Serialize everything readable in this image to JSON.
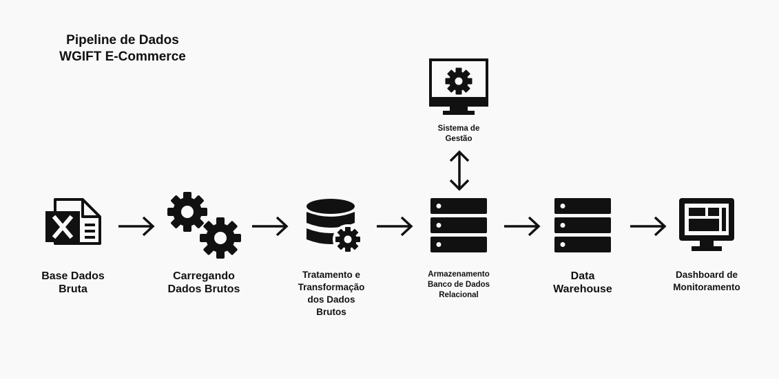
{
  "title": {
    "line1": "Pipeline de Dados",
    "line2": "WGIFT E-Commerce"
  },
  "nodes": {
    "excel": {
      "label_line1": "Base  Dados",
      "label_line2": "Bruta",
      "icon": "excel-file-icon"
    },
    "loading": {
      "label_line1": "Carregando",
      "label_line2": "Dados Brutos",
      "icon": "gears-icon"
    },
    "transform": {
      "label_line1": "Tratamento e",
      "label_line2": "Transformação",
      "label_line3": "dos Dados",
      "label_line4": "Brutos",
      "icon": "database-gear-icon"
    },
    "storage": {
      "label_line1": "Armazenamento",
      "label_line2": "Banco de Dados",
      "label_line3": "Relacional",
      "icon": "server-icon"
    },
    "warehouse": {
      "label_line1": "Data",
      "label_line2": "Warehouse",
      "icon": "server-icon"
    },
    "dashboard": {
      "label_line1": "Dashboard de",
      "label_line2": "Monitoramento",
      "icon": "dashboard-monitor-icon"
    },
    "management": {
      "label_line1": "Sistema de",
      "label_line2": "Gestão",
      "icon": "monitor-gear-icon"
    }
  },
  "colors": {
    "ink": "#111111",
    "background": "#f9f9f9"
  }
}
